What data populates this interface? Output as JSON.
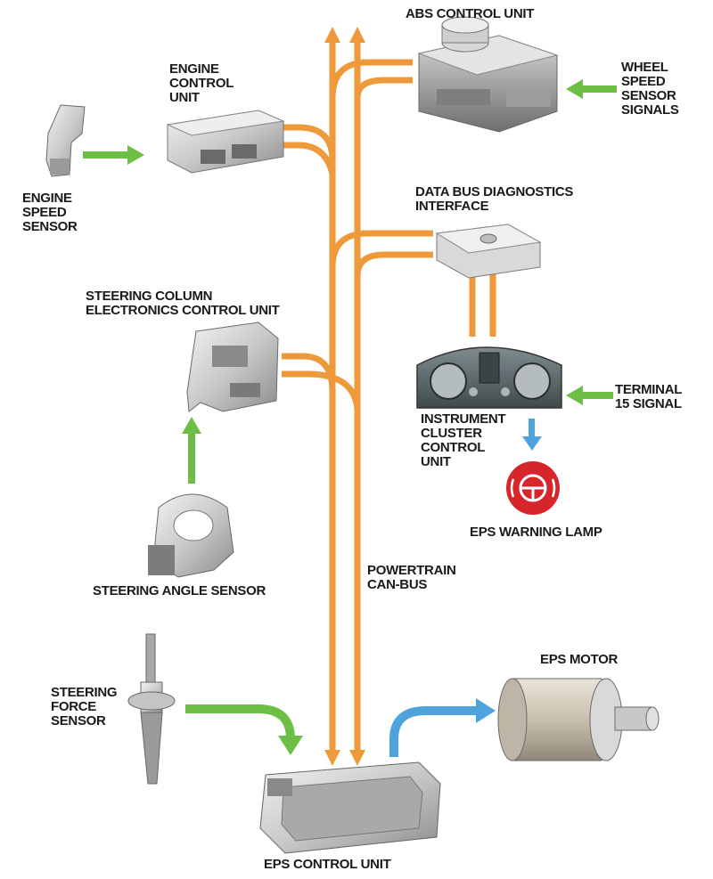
{
  "labels": {
    "abs_control_unit": "ABS CONTROL UNIT",
    "engine_control_unit": "ENGINE\nCONTROL\nUNIT",
    "wheel_speed_sensor_signals": "WHEEL\nSPEED\nSENSOR\nSIGNALS",
    "engine_speed_sensor": "ENGINE\nSPEED\nSENSOR",
    "data_bus_diagnostics_interface": "DATA BUS DIAGNOSTICS\nINTERFACE",
    "steering_column_ecu": "STEERING COLUMN\nELECTRONICS CONTROL UNIT",
    "terminal_15_signal": "TERMINAL\n15 SIGNAL",
    "instrument_cluster_control_unit": "INSTRUMENT\nCLUSTER\nCONTROL\nUNIT",
    "eps_warning_lamp": "EPS WARNING LAMP",
    "steering_angle_sensor": "STEERING ANGLE SENSOR",
    "powertrain_can_bus": "POWERTRAIN\nCAN-BUS",
    "eps_motor": "EPS MOTOR",
    "steering_force_sensor": "STEERING\nFORCE\nSENSOR",
    "eps_control_unit": "EPS CONTROL UNIT"
  },
  "colors": {
    "can_bus": "#EE9A3A",
    "sensor_arrow": "#6DBE45",
    "output_arrow": "#4FA3DC",
    "warning_red": "#D7262B"
  }
}
